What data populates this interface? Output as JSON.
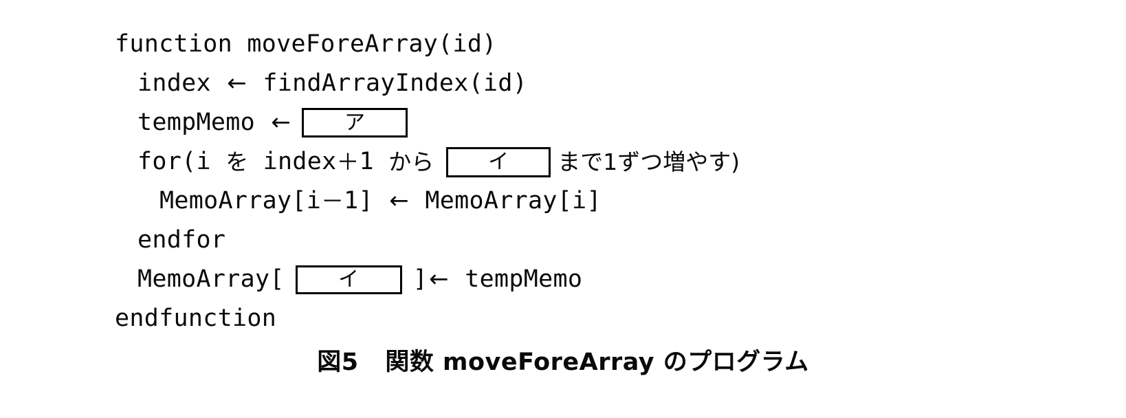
{
  "figure": {
    "caption_number": "図5",
    "caption_text": "関数 moveForeArray のプログラム",
    "caption_full": "図5　関数 moveForeArray のプログラム",
    "background_color": "#ffffff",
    "text_color": "#0a0a0a",
    "box_border_color": "#000000"
  },
  "blanks": {
    "a_label": "ア",
    "b_label": "イ",
    "c_label": "イ"
  },
  "code": {
    "lines": [
      {
        "indent": 0,
        "text": "function moveForeArray(id)"
      },
      {
        "indent": 1,
        "pre": "index ",
        "arrow": "←",
        "post": " findArrayIndex(id)"
      },
      {
        "indent": 1,
        "pre": "tempMemo ",
        "arrow": "←"
      },
      {
        "indent": 1,
        "pre": "for(i ",
        "jp_a": "を",
        "mid": " index",
        "plus": "＋",
        "one": "1 ",
        "jp_b": "から",
        "jp_c": "まで1ずつ増やす",
        "close": ")"
      },
      {
        "indent": 2,
        "pre": "MemoArray[i",
        "minus": "－",
        "mid": "1] ",
        "arrow": "←",
        "post": " MemoArray[i]"
      },
      {
        "indent": 1,
        "text": "endfor"
      },
      {
        "indent": 1,
        "pre": "MemoArray[",
        "bracket_close": "]",
        "arrow": "←",
        "post": " tempMemo"
      },
      {
        "indent": 0,
        "text": "endfunction"
      }
    ]
  }
}
